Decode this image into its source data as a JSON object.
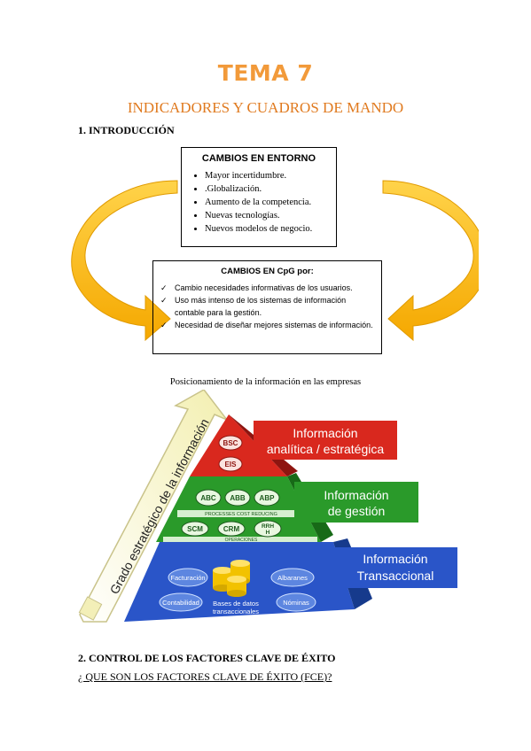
{
  "title": "TEMA 7",
  "subtitle": "INDICADORES Y CUADROS DE MANDO",
  "section1": "1.   INTRODUCCIÓN",
  "box_entorno": {
    "title": "CAMBIOS EN ENTORNO",
    "items": [
      "Mayor incertidumbre.",
      ".Globalización.",
      "Aumento de la competencia.",
      "Nuevas tecnologías.",
      "Nuevos modelos de negocio."
    ]
  },
  "box_cpg": {
    "title": "CAMBIOS EN CpG por:",
    "check": "✓",
    "items": [
      "Cambio necesidades informativas de los usuarios.",
      "Uso más intenso de los sistemas de información contable para la gestión.",
      "Necesidad de diseñar mejores sistemas de información."
    ]
  },
  "caption": "Posicionamiento de la información en las empresas",
  "diagram": {
    "arrow_label": "Grado estratégico de la información",
    "top": {
      "items": [
        "BSC",
        "EIS"
      ],
      "label_line1": "Información",
      "label_line2": "analítica / estratégica",
      "color": "#d9281e"
    },
    "middle": {
      "items": [
        "ABC",
        "ABB",
        "ABP"
      ],
      "band": "PROCESSES COST REDUCING",
      "items2": [
        "SCM",
        "CRM",
        "RRH",
        "H"
      ],
      "band2": "OPERACIONES",
      "label_line1": "Información",
      "label_line2": "de gestión",
      "color": "#2a9a2a"
    },
    "bottom": {
      "left_top": "Facturación",
      "left_bottom": "Contabilidad",
      "center_line1": "Bases de datos",
      "center_line2": "transaccionales",
      "right_top": "Albaranes",
      "right_bottom": "Nóminas",
      "label_line1": "Información",
      "label_line2": "Transaccional",
      "color": "#2a55c8"
    }
  },
  "section2": "2.   CONTROL DE LOS FACTORES CLAVE DE ÉXITO",
  "question": "¿ QUE SON LOS FACTORES CLAVE DE ÉXITO (FCE)?"
}
